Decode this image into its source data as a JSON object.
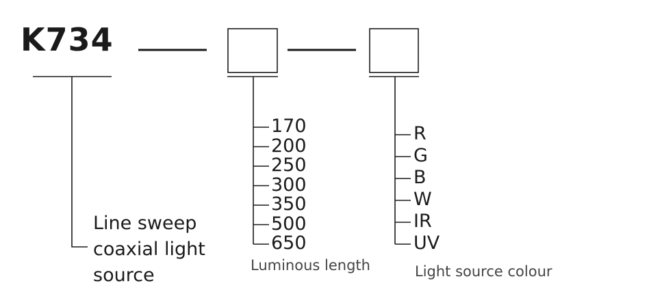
{
  "model": "K734",
  "segments": {
    "series": {
      "description_lines": [
        "Line sweep",
        "coaxial light",
        "source"
      ]
    },
    "length": {
      "options": [
        "170",
        "200",
        "250",
        "300",
        "350",
        "500",
        "650"
      ],
      "caption": "Luminous length"
    },
    "colour": {
      "options": [
        "R",
        "G",
        "B",
        "W",
        "IR",
        "UV"
      ],
      "caption": "Light source colour"
    }
  },
  "colors": {
    "ink": "#1a1a1a",
    "caption": "#444444"
  }
}
